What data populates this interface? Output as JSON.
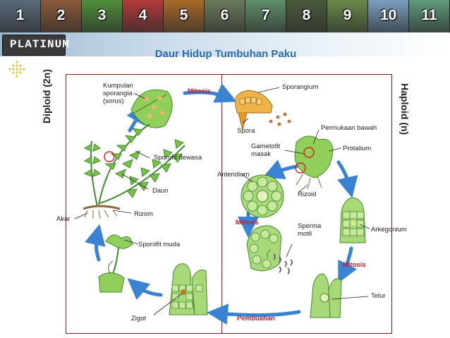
{
  "header": {
    "tiles": [
      {
        "label": "1",
        "color": "#5a6b7a"
      },
      {
        "label": "2",
        "color": "#8a5a3a"
      },
      {
        "label": "3",
        "color": "#4f8f3a"
      },
      {
        "label": "4",
        "color": "#b03a3a"
      },
      {
        "label": "5",
        "color": "#a86a2a"
      },
      {
        "label": "6",
        "color": "#6b7a5a"
      },
      {
        "label": "7",
        "color": "#5f8f6a"
      },
      {
        "label": "8",
        "color": "#4a5a3a"
      },
      {
        "label": "9",
        "color": "#6a8a4a"
      },
      {
        "label": "10",
        "color": "#7aa0c0"
      },
      {
        "label": "11",
        "color": "#5f9a7a"
      }
    ]
  },
  "brand": {
    "logo_text": "PLATINUM"
  },
  "diagram": {
    "title": "Daur Hidup Tumbuhan Paku",
    "left_side": "Diploid (2n)",
    "right_side": "Haploid (n)",
    "labels": {
      "kumpulan": "Kumpulan",
      "sporangia": "sporangia",
      "sorus": "(sorus)",
      "mitosis_top": "Mitosis",
      "sporangium": "Sporangium",
      "spora": "Spora",
      "permukaan": "Permukaan bawah",
      "gametofit": "Gametofit",
      "masak": "masak",
      "protalium": "Protalium",
      "sporofit_dewasa": "Sporofit dewasa",
      "anteridium": "Anteridium",
      "daun": "Daun",
      "rizoid": "Rizoid",
      "rizom": "Rizom",
      "akar": "Akar",
      "mitosis_mid": "Mitosis",
      "sperma": "Sperma",
      "motil": "motil",
      "arkegonium": "Arkegonium",
      "sporofit_muda": "Sporofit muda",
      "mitosis_low": "Mitosis",
      "telur": "Telur",
      "zigot": "Zigot",
      "pembuahan": "Pembuahan"
    }
  },
  "colors": {
    "arrow": "#3a82d2",
    "frame": "#8a1a1a",
    "title": "#2b6bb2",
    "red_label": "#c41c2c",
    "leaf": "#7cc04a",
    "leaf_dark": "#3f8a2a",
    "cell": "#a8d878",
    "sporangium": "#e8a83a"
  }
}
